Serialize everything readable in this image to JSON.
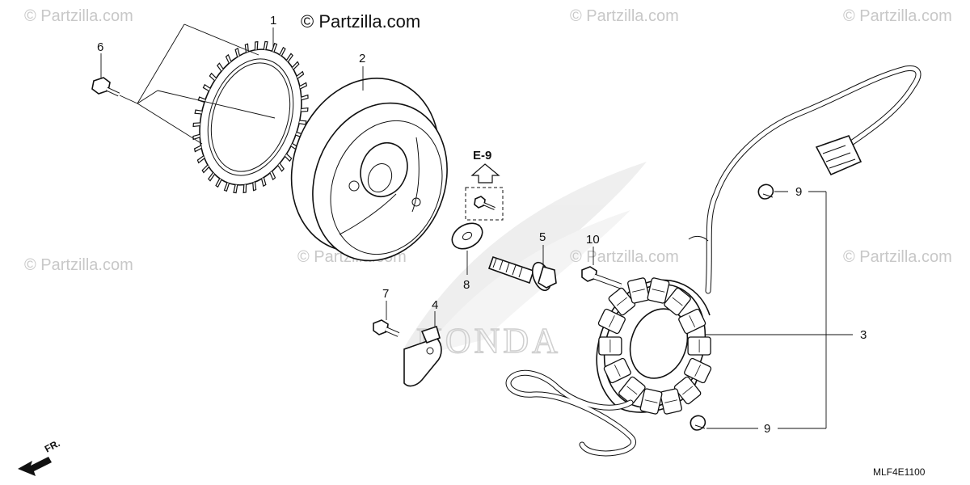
{
  "watermarks": {
    "main": "© Partzilla.com",
    "faint": "© Partzilla.com"
  },
  "callouts": {
    "p1": "1",
    "p2": "2",
    "p3": "3",
    "p4": "4",
    "p5": "5",
    "p6": "6",
    "p7": "7",
    "p8": "8",
    "p9a": "9",
    "p9b": "9",
    "p10": "10"
  },
  "reference": "E-9",
  "front_marker": "FR.",
  "diagram_code": "MLF4E1100",
  "background_logo": "HONDA"
}
